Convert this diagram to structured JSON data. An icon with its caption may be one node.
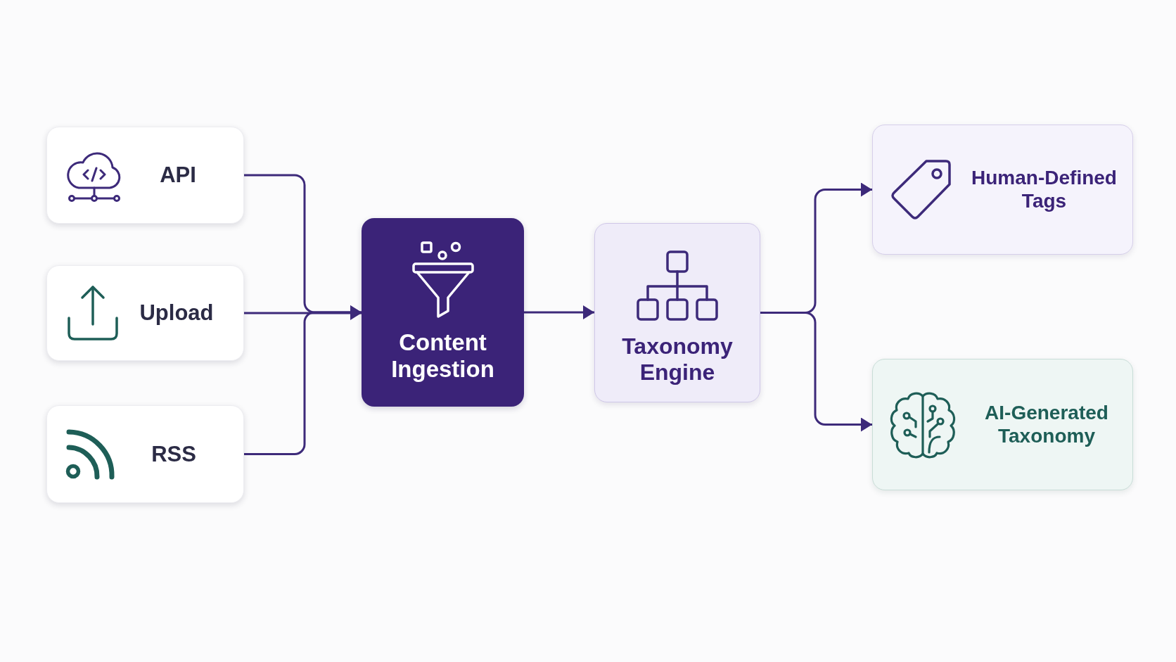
{
  "diagram": {
    "nodes": [
      {
        "text": [
          "API"
        ]
      },
      {
        "text": [
          "Upload"
        ]
      },
      {
        "text": [
          "RSS"
        ]
      },
      {
        "text": [
          "Content Ingestion"
        ]
      },
      {
        "text": [
          "Taxonomy Engine"
        ]
      },
      {
        "text": [
          "Human-Defined Tags"
        ]
      },
      {
        "text": [
          "AI-Generated Taxonomy"
        ]
      }
    ],
    "edges": [
      {
        "from": 0,
        "to": 3,
        "arrow": "to"
      },
      {
        "from": 1,
        "to": 3,
        "arrow": "to"
      },
      {
        "from": 2,
        "to": 3,
        "arrow": "to"
      },
      {
        "from": 3,
        "to": 4,
        "arrow": "to"
      },
      {
        "from": 4,
        "to": 5,
        "arrow": "to"
      },
      {
        "from": 4,
        "to": 6,
        "arrow": "to"
      }
    ]
  }
}
